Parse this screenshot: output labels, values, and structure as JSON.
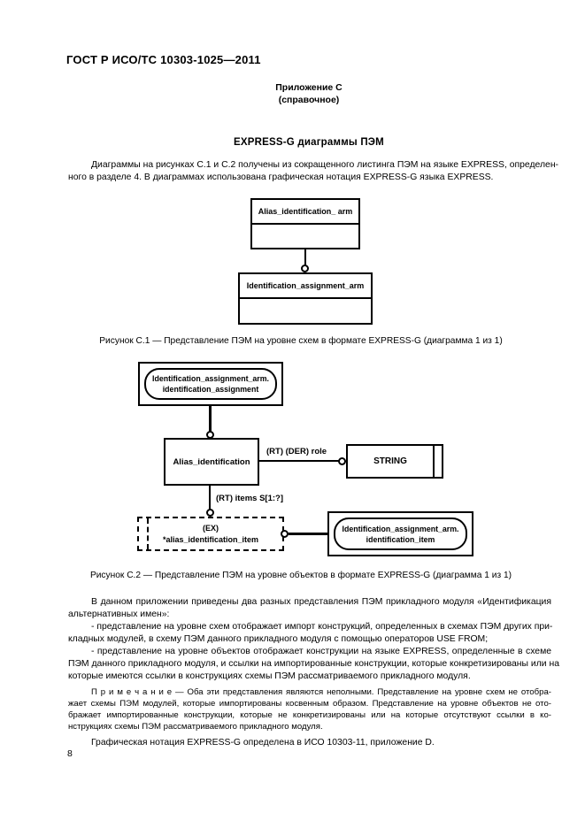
{
  "page": {
    "doc_number": "ГОСТ Р ИСО/ТС 10303-1025—2011",
    "annex_label": "Приложение С",
    "annex_kind": "(справочное)",
    "section_title": "EXPRESS-G диаграммы ПЭМ",
    "page_number": "8"
  },
  "intro": {
    "indent": true,
    "lines": [
      "Диаграммы на рисунках С.1 и С.2 получены из сокращенного листинга ПЭМ на языке EXPRESS, определен-",
      "ного в разделе 4. В диаграммах использована графическая нотация EXPRESS-G языка EXPRESS."
    ]
  },
  "figure_c1": {
    "schema_box_1": {
      "label": "Alias_identification_ arm"
    },
    "schema_box_2": {
      "label": "Identification_assignment_arm"
    },
    "caption": "Рисунок С.1 — Представление ПЭМ на уровне схем в формате EXPRESS-G (диаграмма 1 из 1)"
  },
  "figure_c2": {
    "interschema_ref_top": {
      "line1": "Identification_assignment_arm.",
      "line2": "identification_assignment"
    },
    "entity_box": {
      "label": "Alias_identification"
    },
    "attr_role_label": "(RT) (DER) role",
    "string_type_box": {
      "label": "STRING"
    },
    "attr_items_label": "(RT) items S[1:?]",
    "select_type_box": {
      "line1": "(EX)",
      "line2": "*alias_identification_item"
    },
    "interschema_ref_bottom": {
      "line1": "Identification_assignment_arm.",
      "line2": "identification_item"
    },
    "caption": "Рисунок С.2 — Представление ПЭМ на уровне объектов в формате EXPRESS-G (диаграмма 1 из 1)"
  },
  "body": {
    "paragraphs": [
      {
        "style": "normal",
        "indent": true,
        "lines": [
          "В данном приложении приведены два разных представления ПЭМ прикладного модуля «Идентификация",
          "альтернативных имен»:"
        ]
      },
      {
        "style": "normal",
        "indent": true,
        "lines": [
          "- представление на уровне схем отображает импорт конструкций, определенных в схемах ПЭМ других при-",
          "кладных модулей, в схему ПЭМ данного прикладного модуля с помощью операторов USE FROM;"
        ]
      },
      {
        "style": "normal",
        "indent": true,
        "lines": [
          "- представление на уровне объектов отображает конструкции на языке EXPRESS, определенные в схеме",
          "ПЭМ данного прикладного модуля, и ссылки на импортированные конструкции, которые конкретизированы или на",
          "которые имеются ссылки в конструкциях схемы ПЭМ рассматриваемого прикладного модуля."
        ]
      },
      {
        "style": "note",
        "indent": true,
        "lines": [
          "П р и м е ч а н и е — Оба эти представления являются неполными. Представление на уровне схем не отобра-",
          "жает схемы ПЭМ модулей, которые импортированы косвенным образом. Представление на уровне объектов не ото-",
          "бражает импортированные конструкции, которые не конкретизированы или на которые отсутствуют ссылки в ко-",
          "нструкциях схемы ПЭМ рассматриваемого прикладного модуля."
        ]
      },
      {
        "style": "plain",
        "indent": true,
        "lines": [
          "Графическая нотация EXPRESS-G определена в ИСО 10303-11, приложение D."
        ]
      }
    ]
  }
}
